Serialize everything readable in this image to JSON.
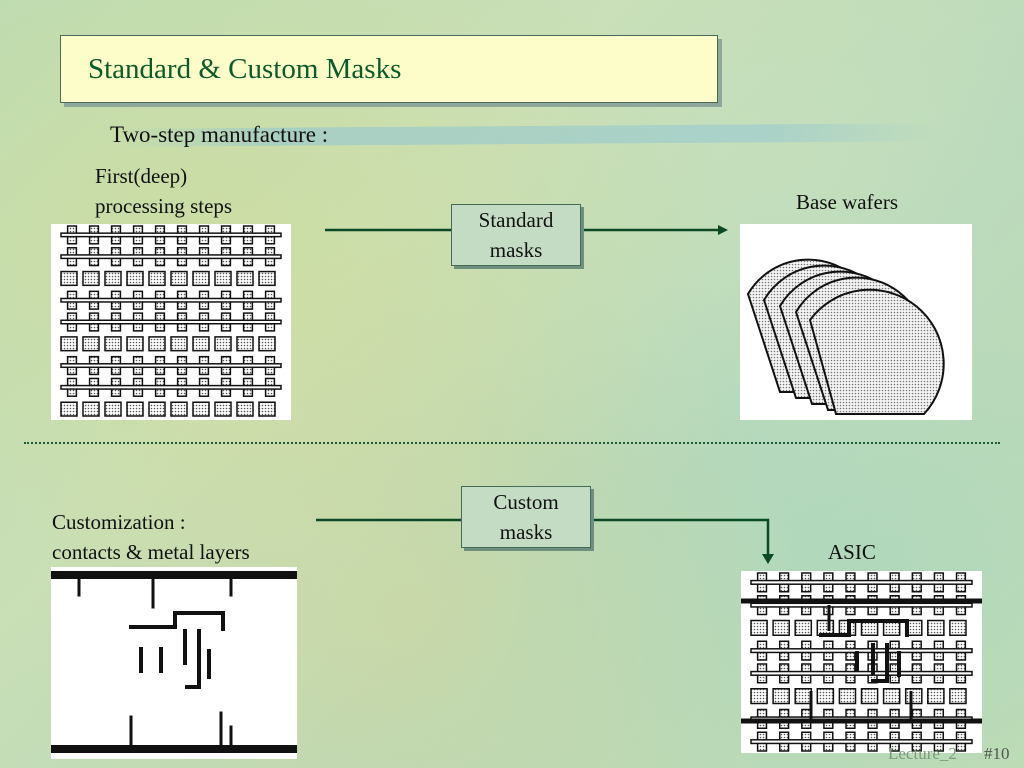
{
  "slide": {
    "title": "Standard & Custom Masks",
    "subtitle": "Two-step manufacture :",
    "top": {
      "left_label_line1": "First(deep)",
      "left_label_line2": "processing steps",
      "box_line1": "Standard",
      "box_line2": "masks",
      "right_label": "Base wafers"
    },
    "bottom": {
      "left_label_line1": "Customization :",
      "left_label_line2": "contacts & metal layers",
      "box_line1": "Custom",
      "box_line2": "masks",
      "right_label": "ASIC"
    },
    "footer": {
      "lecture": "Lecture_2",
      "page": "#10"
    }
  },
  "colors": {
    "title_bg": "#fdfdc9",
    "title_text": "#0d5a2a",
    "arrow": "#0b4a24",
    "label_box": "#c4dcc4"
  }
}
